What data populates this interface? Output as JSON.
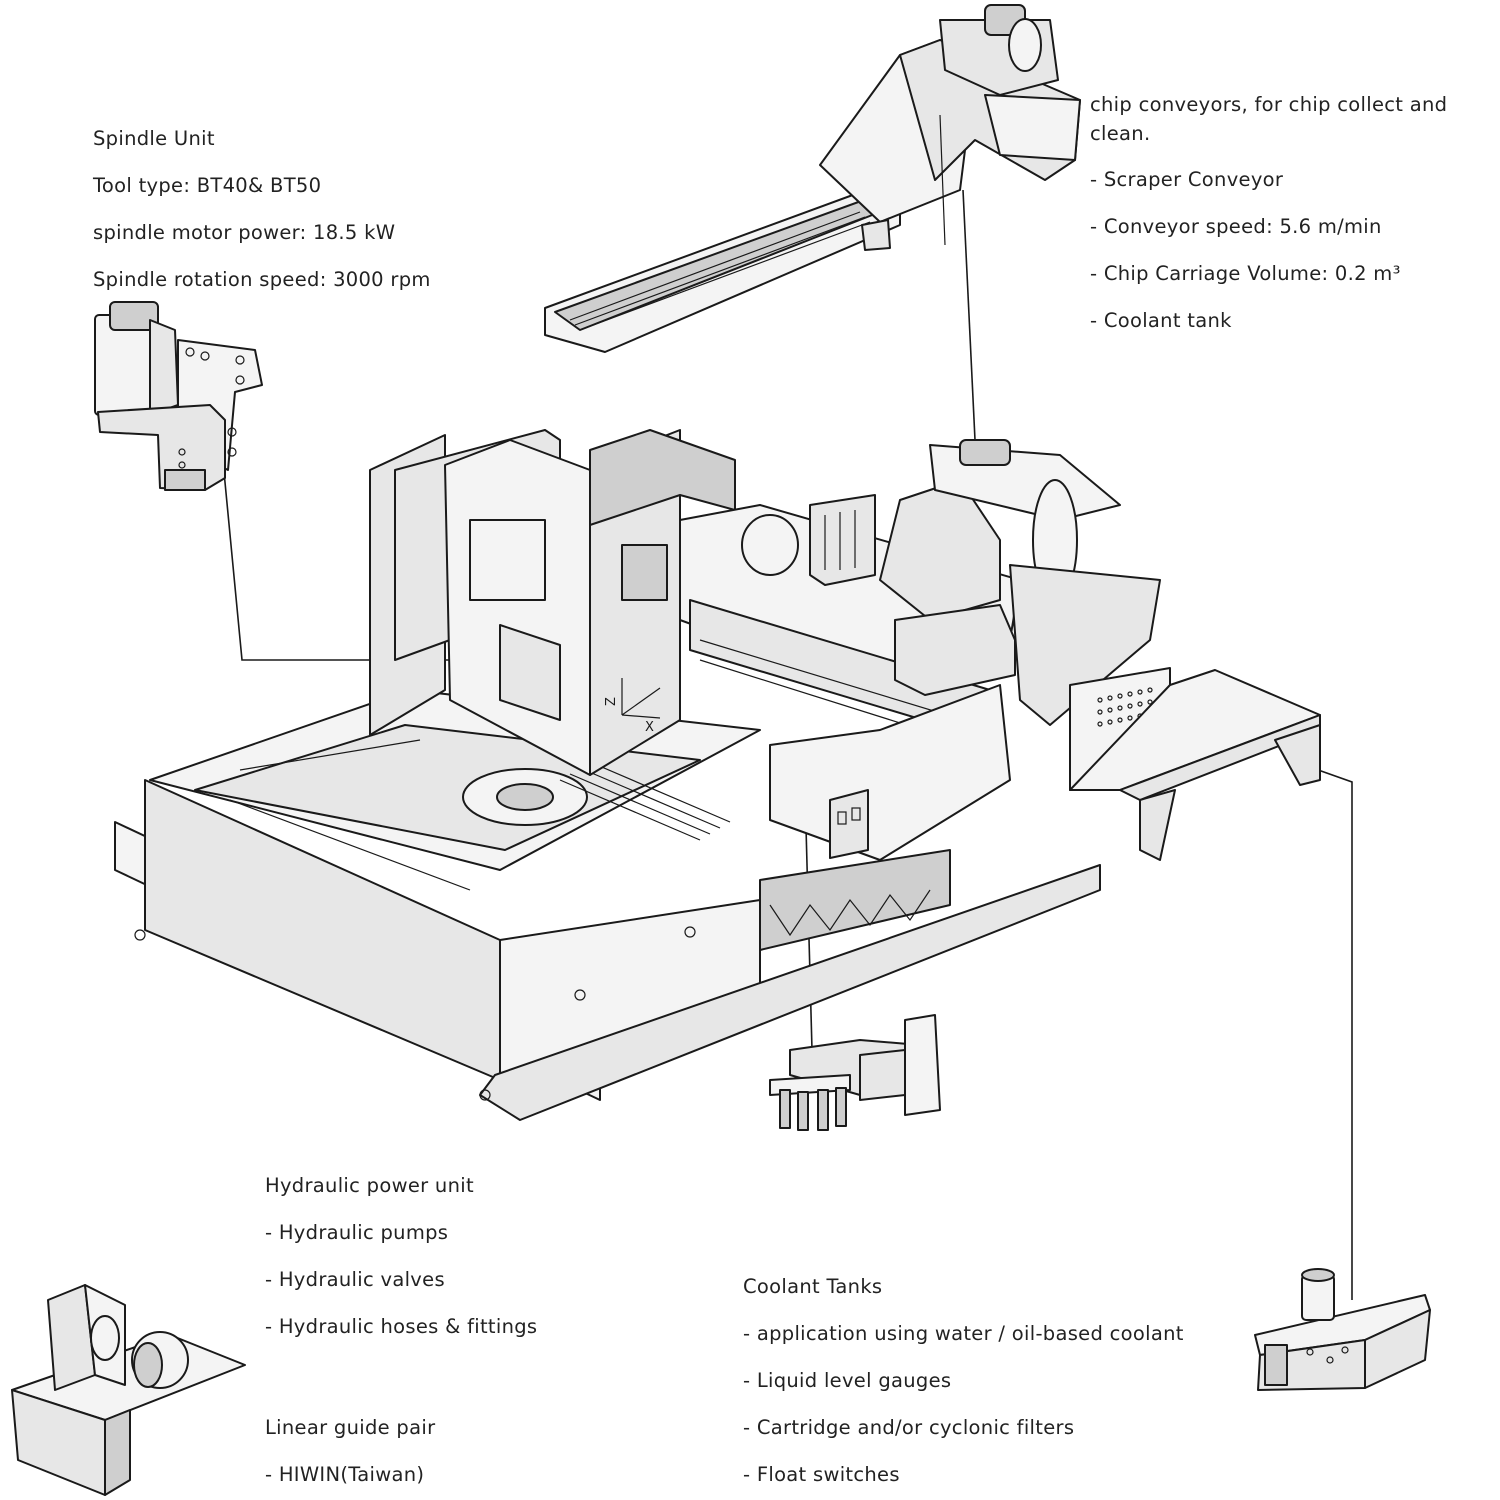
{
  "spindle": {
    "title": "Spindle Unit",
    "tool_type": "Tool type: BT40& BT50",
    "motor_power": "spindle motor power: 18.5 kW",
    "rotation_speed": "Spindle rotation speed: 3000 rpm"
  },
  "chip_conveyor": {
    "title": "chip conveyors, for chip collect and clean.",
    "items": [
      "- Scraper Conveyor",
      "- Conveyor speed: 5.6 m/min",
      "- Chip Carriage Volume: 0.2 m³",
      "- Coolant tank"
    ]
  },
  "hydraulic": {
    "title": "Hydraulic power unit",
    "items": [
      "- Hydraulic pumps",
      "- Hydraulic valves",
      "- Hydraulic hoses & fittings"
    ]
  },
  "linear_guide": {
    "title": "Linear guide pair",
    "items": [
      "- HIWIN(Taiwan)"
    ]
  },
  "coolant": {
    "title": "Coolant Tanks",
    "items": [
      "- application using water / oil-based coolant",
      "- Liquid level gauges",
      "- Cartridge and/or cyclonic filters",
      "- Float switches"
    ]
  },
  "axes": {
    "z": "Z",
    "x": "X"
  }
}
